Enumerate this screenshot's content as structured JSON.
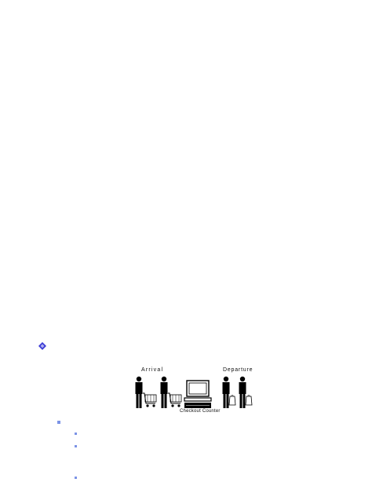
{
  "diagram": {
    "arrival_label": "Arrival",
    "departure_label": "Departure",
    "counter_label": "Checkout Counter"
  },
  "colors": {
    "diamond": "#1f1fd0",
    "bullet": "#7b93e6",
    "ink": "#000000"
  },
  "icons": {
    "section_marker": "diamond-bullet-icon",
    "list_marker": "square-bullet-icon"
  }
}
